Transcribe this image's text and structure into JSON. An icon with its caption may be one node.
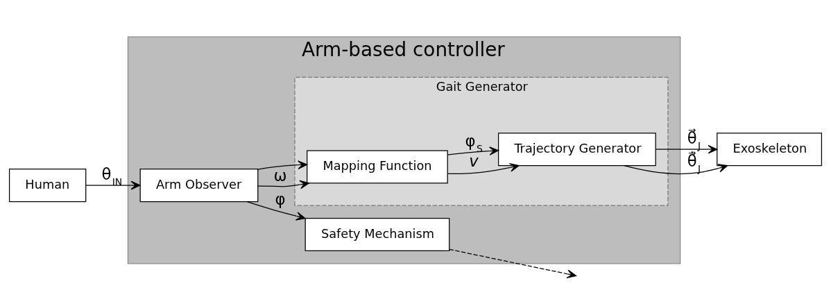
{
  "diagram": {
    "nodes": [
      {
        "text": [
          "Human"
        ]
      },
      {
        "text": [
          "Arm-based controller"
        ]
      },
      {
        "text": [
          "Arm Observer"
        ],
        "in": 1
      },
      {
        "text": [
          "Gait Generator"
        ],
        "in": 1
      },
      {
        "text": [
          "Mapping Function"
        ],
        "in": 3
      },
      {
        "text": [
          "Trajectory Generator"
        ],
        "in": 3
      },
      {
        "text": [
          "Safety Mechanism"
        ],
        "in": 1
      },
      {
        "text": [
          "Exoskeleton"
        ]
      }
    ],
    "edges": [
      {
        "from": 0,
        "to": 2,
        "arrow": "to",
        "label": "θ$_{IN}$"
      },
      {
        "from": 2,
        "to": 4,
        "arrow": "to",
        "label": "ω"
      },
      {
        "from": 2,
        "to": 4,
        "arrow": "to"
      },
      {
        "from": 2,
        "to": 6,
        "arrow": "to",
        "label": "φ"
      },
      {
        "from": 4,
        "to": 5,
        "arrow": "to",
        "label": "*v*"
      },
      {
        "from": 4,
        "to": 5,
        "arrow": "to",
        "label": "φ$_{S}$"
      },
      {
        "from": 5,
        "to": 7,
        "arrow": "to",
        "label": "θ⃗$_{J}$"
      },
      {
        "from": 5,
        "to": 7,
        "arrow": "to",
        "label": "θ̇⃗$_{J}$"
      },
      {
        "from": 6,
        "to": null,
        "arrow": "to",
        "style": "dashed"
      }
    ]
  }
}
